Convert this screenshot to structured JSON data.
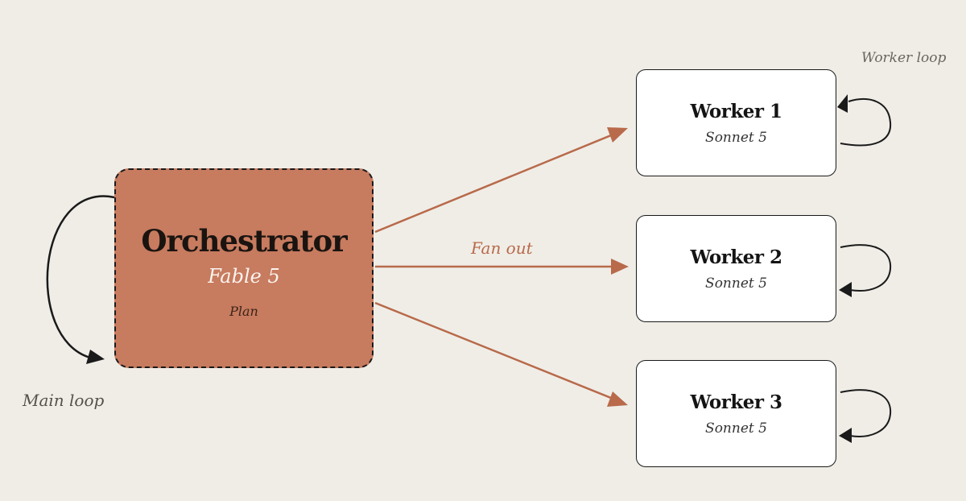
{
  "orchestrator": {
    "title": "Orchestrator",
    "model": "Fable 5",
    "subtitle": "Plan"
  },
  "workers": [
    {
      "title": "Worker 1",
      "model": "Sonnet 5"
    },
    {
      "title": "Worker 2",
      "model": "Sonnet 5"
    },
    {
      "title": "Worker 3",
      "model": "Sonnet 5"
    }
  ],
  "labels": {
    "main_loop": "Main loop",
    "fan_out": "Fan out",
    "worker_loop": "Worker loop"
  },
  "colors": {
    "background": "#f0ede7",
    "orchestrator_fill": "#c77b5f",
    "fan_out_arrow": "#b86a4a",
    "loop_arrow": "#1a1a1a",
    "worker_fill": "#ffffff"
  }
}
